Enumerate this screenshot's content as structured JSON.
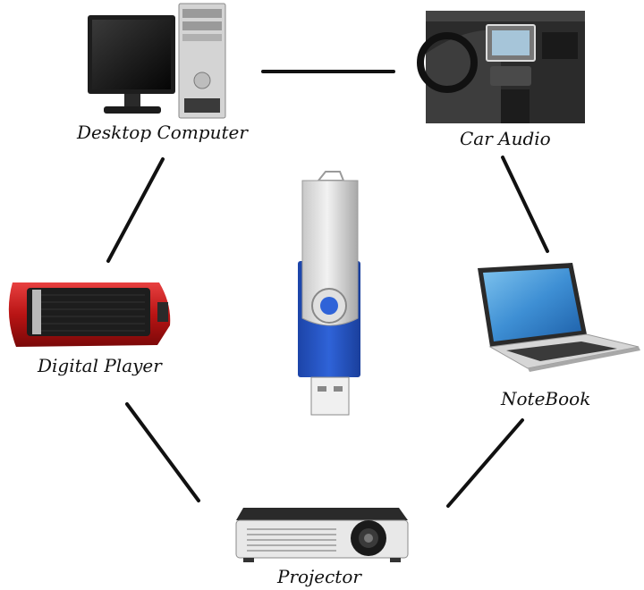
{
  "devices": {
    "desktop": {
      "label": "Desktop Computer",
      "icon": "desktop-computer-icon"
    },
    "car": {
      "label": "Car Audio",
      "icon": "car-audio-icon"
    },
    "player": {
      "label": "Digital Player",
      "icon": "digital-player-icon"
    },
    "notebook": {
      "label": "NoteBook",
      "icon": "notebook-icon"
    },
    "projector": {
      "label": "Projector",
      "icon": "projector-icon"
    },
    "usb": {
      "icon": "usb-flash-drive-icon"
    }
  },
  "colors": {
    "usb_blue": "#2455c8",
    "player_red": "#c81e1e",
    "connector_line": "#111111"
  }
}
